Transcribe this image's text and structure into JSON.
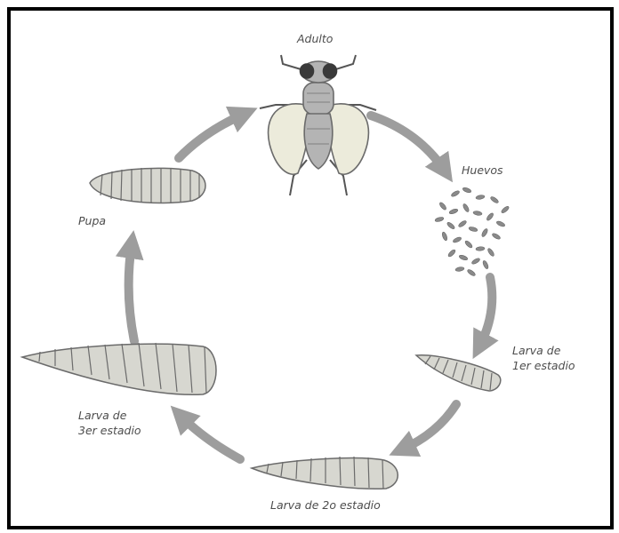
{
  "stages": {
    "adult": "Adulto",
    "eggs": "Huevos",
    "larva1": "Larva de\n1er estadio",
    "larva2": "Larva de 2o estadio",
    "larva3": "Larva de\n3er estadio",
    "pupa": "Pupa"
  },
  "colors": {
    "arrow": "#9d9d9d",
    "outline": "#6b6b6b",
    "body_fill": "#d7d7d0",
    "wing_fill": "#ecebdb",
    "fly_body": "#b4b4b4",
    "eye": "#3a3a3a",
    "egg": "#8a8a8a"
  },
  "icons": [
    "fly-adult-icon",
    "eggs-cluster-icon",
    "larva-icon",
    "pupa-icon",
    "cycle-arrow-icon"
  ]
}
